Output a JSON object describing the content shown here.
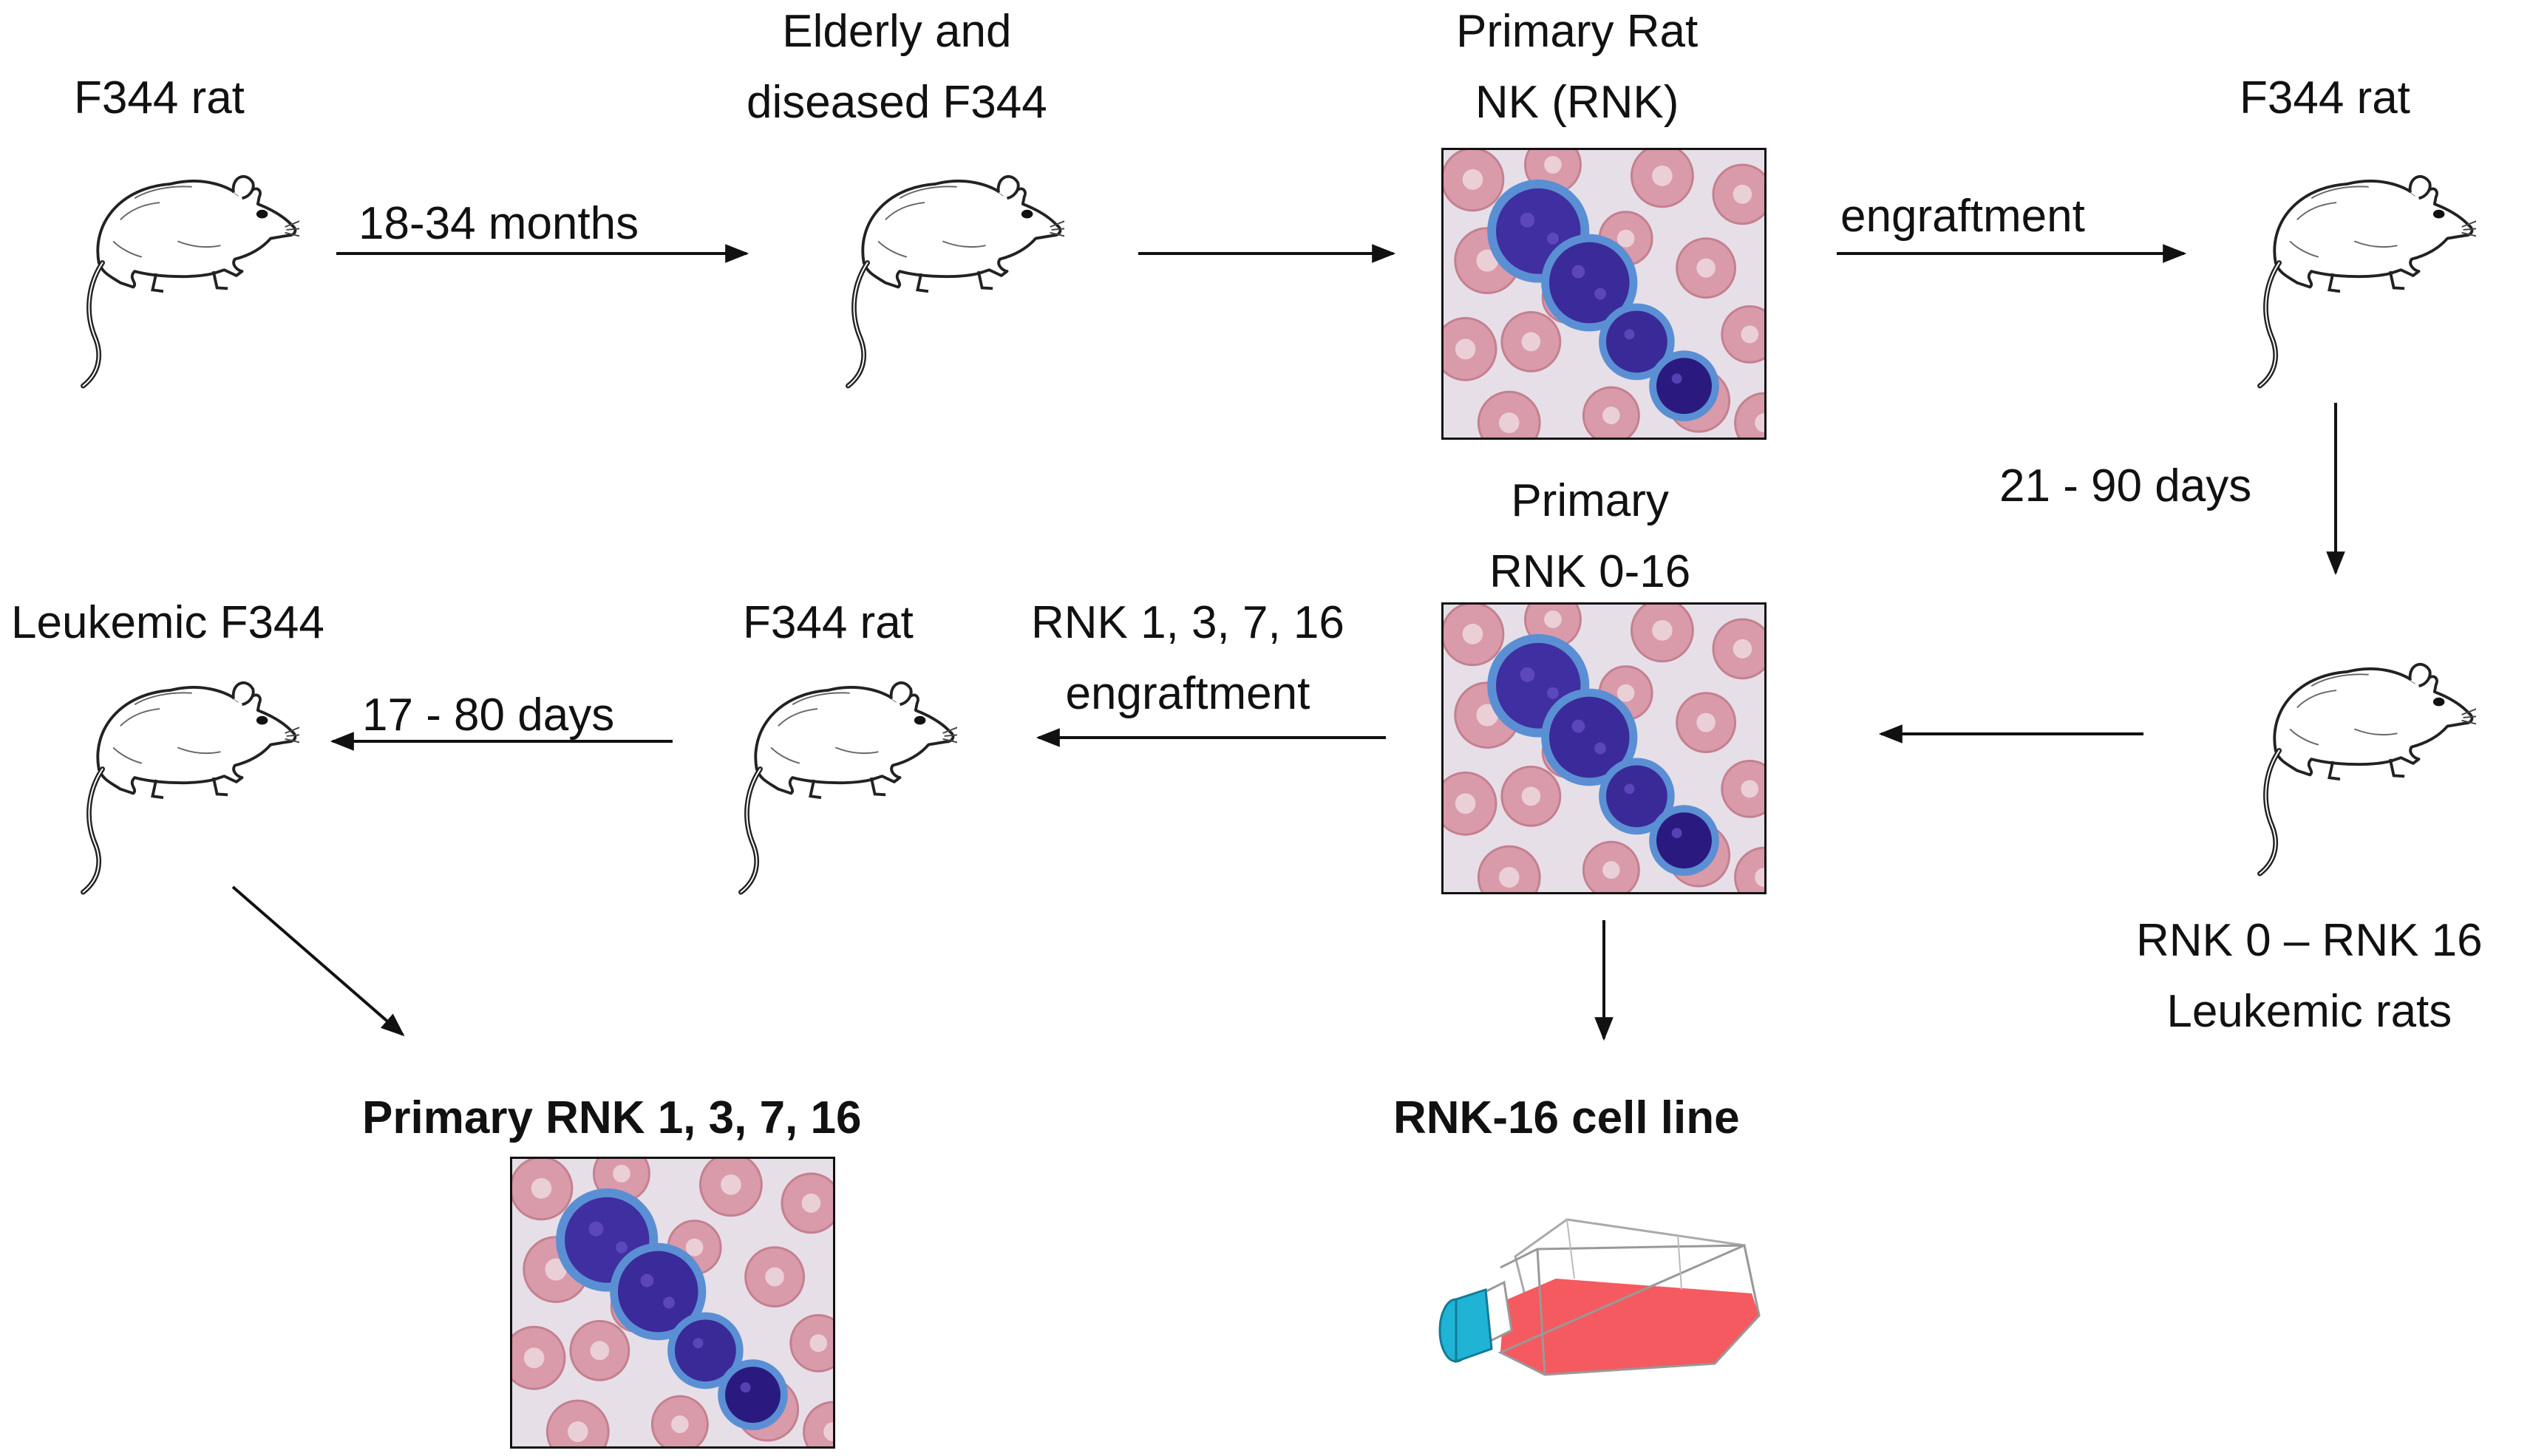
{
  "labels": {
    "rat_top_left": "F344 rat",
    "elderly_line1": "Elderly and",
    "elderly_line2": "diseased F344",
    "rnk_primary_line1": "Primary Rat",
    "rnk_primary_line2": "NK (RNK)",
    "rat_top_right": "F344 rat",
    "primary_rnk_0_16_line1": "Primary",
    "primary_rnk_0_16_line2": "RNK 0-16",
    "leukemic_f344": "Leukemic F344",
    "rat_mid": "F344 rat",
    "leukemic_rats_line1": "RNK 0 – RNK 16",
    "leukemic_rats_line2": "Leukemic rats",
    "primary_rnk_1_3_7_16": "Primary RNK 1, 3, 7, 16",
    "rnk16_cell_line": "RNK-16 cell line"
  },
  "arrows": {
    "age_interval": "18-34 months",
    "engraftment_top": "engraftment",
    "days_21_90": "21 - 90 days",
    "engraftment_mid_line1": "RNK 1, 3, 7, 16",
    "engraftment_mid_line2": "engraftment",
    "days_17_80": "17 - 80 days"
  },
  "colors": {
    "rbc": "#d99aaa",
    "nk_cell": "#3f2fa0",
    "nk_nucleus": "#2a1a80",
    "flask_liquid": "#f45a5f",
    "flask_cap": "#1fb3d6"
  }
}
